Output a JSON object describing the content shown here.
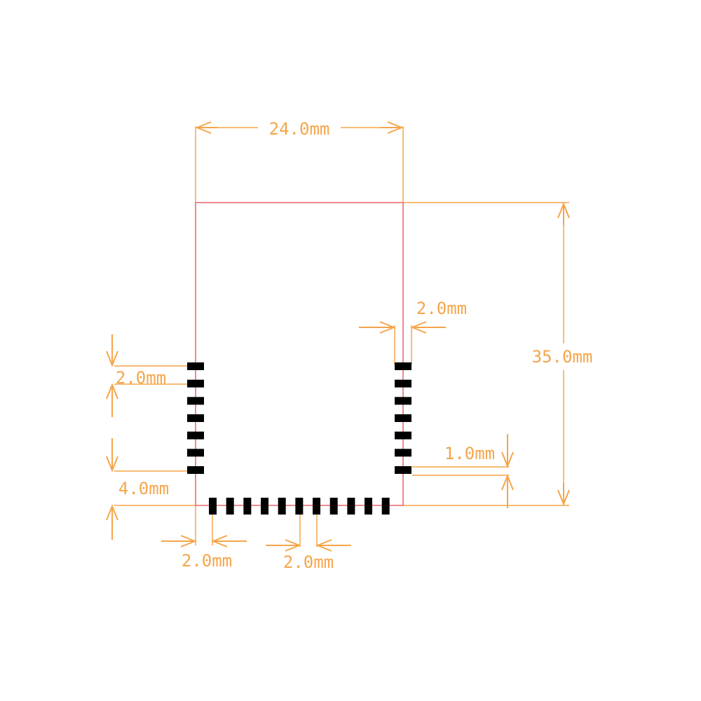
{
  "colors": {
    "dimension": "#f5a54a",
    "outline": "#e8636b",
    "pad": "#000000",
    "background": "#ffffff"
  },
  "labels": {
    "width": "24.0mm",
    "height": "35.0mm",
    "side_pitch_left": "2.0mm",
    "bottom_offset_left": "4.0mm",
    "pad_inset_right": "2.0mm",
    "bottom_offset_right": "1.0mm",
    "bottom_first_pad": "2.0mm",
    "bottom_pitch": "2.0mm"
  },
  "pads": {
    "left_count": 7,
    "right_count": 7,
    "bottom_count": 11
  }
}
